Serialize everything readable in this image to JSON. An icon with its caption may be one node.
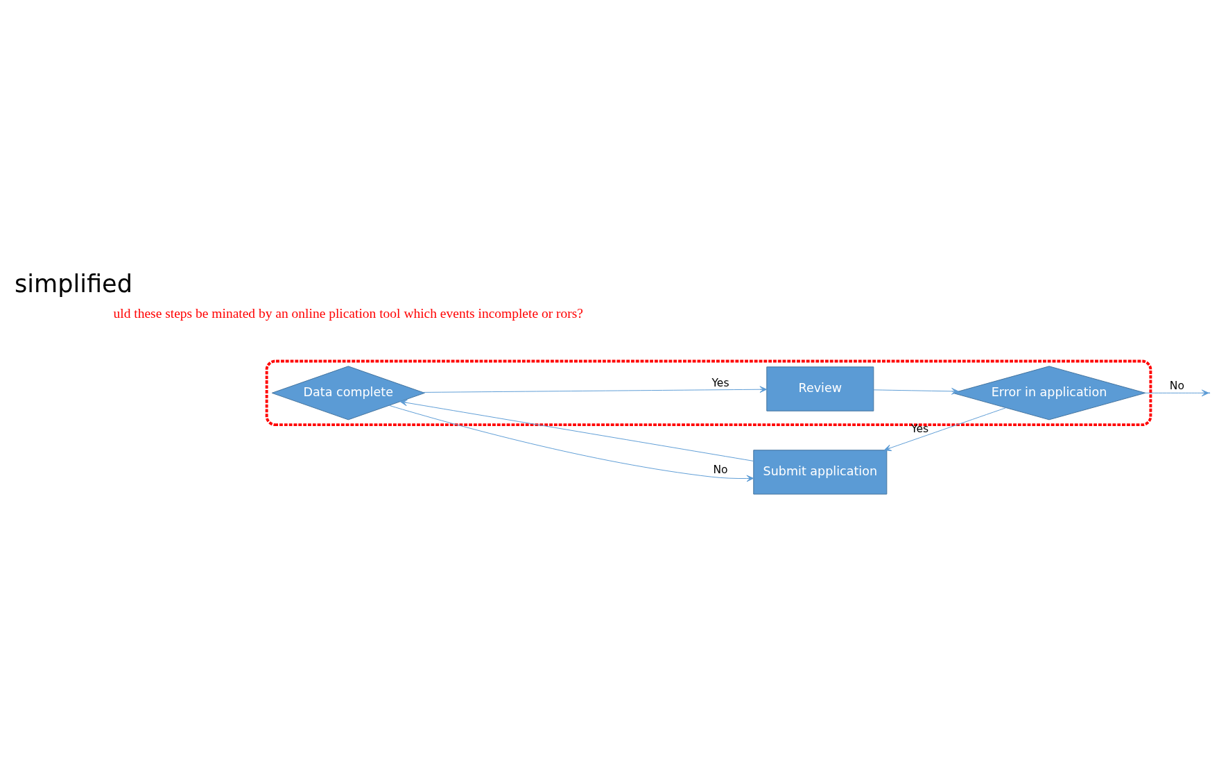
{
  "diagram": {
    "title": "simplified",
    "nodes": [
      {
        "text": [
          "Submit application"
        ]
      },
      {
        "text": [],
        "shape": "ellipse"
      },
      {
        "text": [
          "Data complete"
        ],
        "in": 1
      },
      {
        "text": [
          "Review"
        ],
        "in": 1
      },
      {
        "text": [
          "Error in application"
        ],
        "in": 1
      }
    ],
    "edges": [
      {
        "from": 0,
        "to": 2,
        "arrow": "to"
      },
      {
        "from": 2,
        "to": 3,
        "label": "Yes",
        "arrow": "to"
      },
      {
        "from": 2,
        "to": 0,
        "label": "No",
        "arrow": "to"
      },
      {
        "from": 3,
        "to": 4,
        "arrow": "to"
      },
      {
        "from": 4,
        "to": 0,
        "label": "Yes",
        "arrow": "to"
      },
      {
        "from": 4,
        "to": null,
        "label": "No",
        "arrow": "to"
      }
    ],
    "labels": [
      "uld these steps be minated by an online plication tool which events incomplete or rors?"
    ]
  }
}
